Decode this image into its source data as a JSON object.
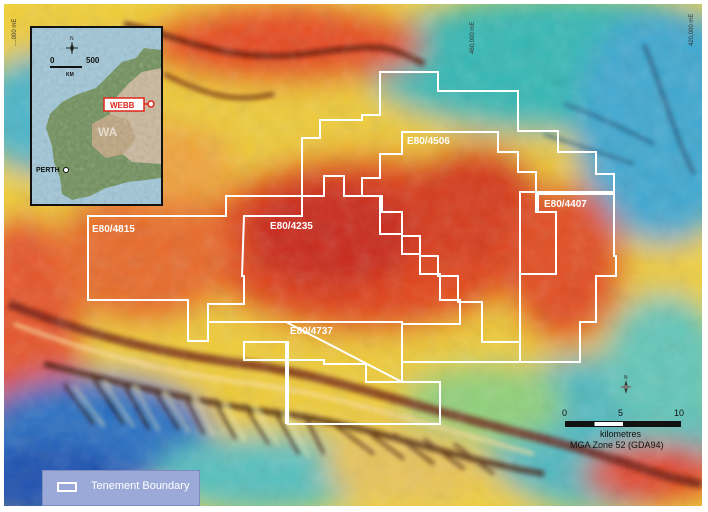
{
  "tenements": [
    {
      "id": "E80/4815"
    },
    {
      "id": "E80/4235"
    },
    {
      "id": "E80/4506"
    },
    {
      "id": "E80/4407"
    },
    {
      "id": "E80/4737"
    }
  ],
  "grid_labels": {
    "top_left_edge": "....000 mE",
    "top_center": "460,000 mE",
    "top_right": "420,000 mE"
  },
  "inset": {
    "north": "N",
    "scale_zero": "0",
    "scale_value": "500",
    "scale_unit": "KM",
    "project_label": "WEBB",
    "state_label": "WA",
    "city_label": "PERTH"
  },
  "scale_bar": {
    "ticks": [
      "0",
      "5",
      "10"
    ],
    "unit": "kilometres",
    "projection": "MGA Zone 52 (GDA94)"
  },
  "north_arrow": {
    "label": "N"
  },
  "legend": {
    "label": "Tenement Boundary"
  },
  "colors": {
    "boundary": "#ffffff",
    "project_marker": "#e0261c",
    "legend_bg": "#9aa9d8"
  }
}
